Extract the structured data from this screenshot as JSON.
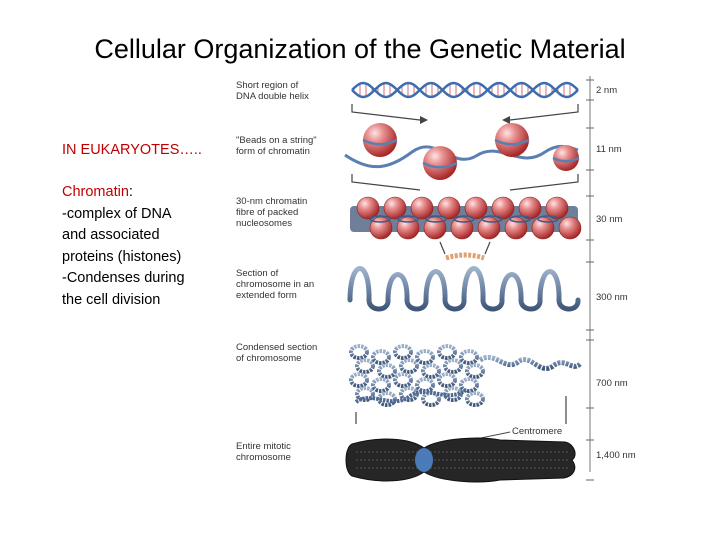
{
  "title": "Cellular Organization of the Genetic Material",
  "heading": "IN EUKARYOTES…..",
  "definition": {
    "term": "Chromatin",
    "colon": ":",
    "lines": [
      "-complex of DNA",
      "and associated",
      "proteins (histones)",
      "-Condenses during",
      "the cell division"
    ]
  },
  "diagram": {
    "levels": [
      {
        "label_lines": [
          "Short region of",
          "DNA double helix"
        ],
        "size": "2 nm"
      },
      {
        "label_lines": [
          "\"Beads on a string\"",
          "form of chromatin"
        ],
        "size": "11 nm"
      },
      {
        "label_lines": [
          "30-nm chromatin",
          "fibre of packed",
          "nucleosomes"
        ],
        "size": "30 nm"
      },
      {
        "label_lines": [
          "Section of",
          "chromosome in an",
          "extended form"
        ],
        "size": "300 nm"
      },
      {
        "label_lines": [
          "Condensed section",
          "of chromosome"
        ],
        "size": "700 nm"
      },
      {
        "label_lines": [
          "Entire mitotic",
          "chromosome"
        ],
        "size": "1,400 nm"
      }
    ],
    "centromere_label": "Centromere",
    "colors": {
      "dna_strand": "#4a78b8",
      "histone": "#d04848",
      "histone_highlight": "#f6c8c8",
      "fibre": "#7d8ea6",
      "chromosome": "#2a2a2a"
    }
  }
}
